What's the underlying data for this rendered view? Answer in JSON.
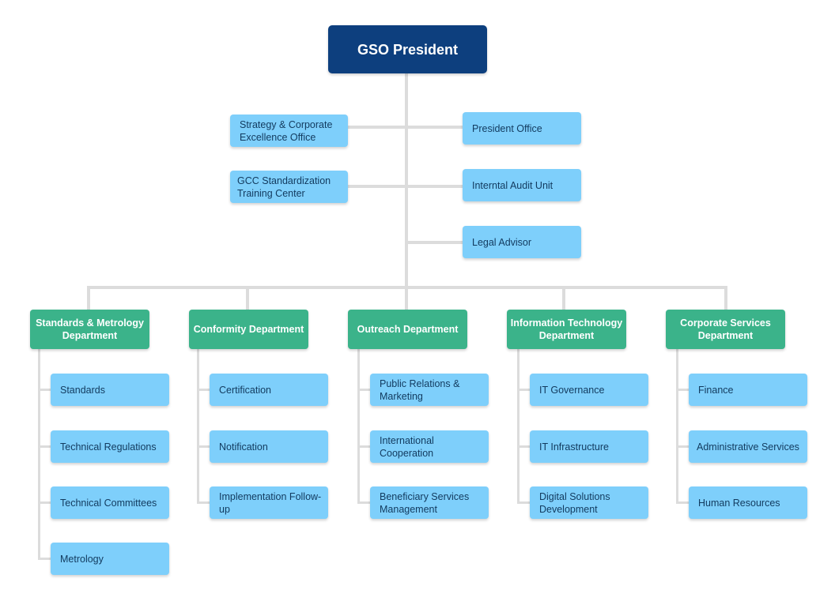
{
  "president": "GSO President",
  "staff": {
    "strategy": "Strategy & Corporate Excellence Office",
    "president_office": "President Office",
    "training": "GCC Standardization Training Center",
    "audit": "Interntal Audit Unit",
    "legal": "Legal Advisor"
  },
  "departments": [
    {
      "name": "Standards & Metrology Department",
      "units": [
        "Standards",
        "Technical Regulations",
        "Technical Committees",
        "Metrology"
      ]
    },
    {
      "name": "Conformity Department",
      "units": [
        "Certification",
        "Notification",
        "Implementation Follow-up"
      ]
    },
    {
      "name": "Outreach Department",
      "units": [
        "Public Relations & Marketing",
        "International Cooperation",
        "Beneficiary Services Management"
      ]
    },
    {
      "name": "Information Technology Department",
      "units": [
        "IT Governance",
        "IT Infrastructure",
        "Digital Solutions Development"
      ]
    },
    {
      "name": "Corporate Services Department",
      "units": [
        "Finance",
        "Administrative Services",
        "Human Resources"
      ]
    }
  ],
  "colors": {
    "president": "#0d3f7e",
    "department": "#3bb38a",
    "unit": "#7ecffb",
    "connector": "#dcdcdc"
  }
}
